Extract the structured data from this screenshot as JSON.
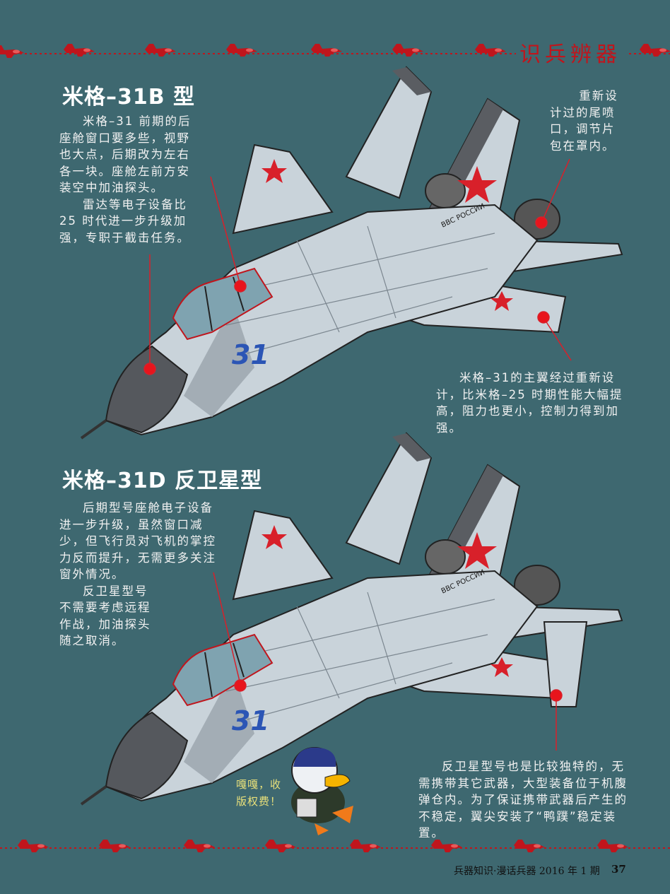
{
  "header": {
    "section_tag": "识兵辨器"
  },
  "colors": {
    "background": "#3e6870",
    "accent_red": "#c0151c",
    "jet_body": "#c9d3da",
    "jet_dark": "#5a5d62"
  },
  "variant_b": {
    "title": "米格–31B 型",
    "paragraphs": [
      "米格–31 前期的后座舱窗口要多些，视野也大点，后期改为左右各一块。座舱左前方安装空中加油探头。",
      "雷达等电子设备比25 时代进一步升级加强，专职于截击任务。"
    ],
    "callout_nozzle": "重新设计过的尾喷口，调节片包在罩内。",
    "callout_wing": "米格–31的主翼经过重新设计，比米格–25 时期性能大幅提高，阻力也更小，控制力得到加强。",
    "tail_text": "BBC РОССИИ",
    "nose_number": "31"
  },
  "variant_d": {
    "title": "米格–31D 反卫星型",
    "paragraphs": [
      "后期型号座舱电子设备进一步升级，虽然窗口减少，但飞行员对飞机的掌控力反而提升，无需更多关注窗外情况。",
      "反卫星型号不需要考虑远程作战，加油探头随之取消。"
    ],
    "callout_wingtip": "反卫星型号也是比较独特的，无需携带其它武器，大型装备位于机腹弹仓内。为了保证携带武器后产生的不稳定，翼尖安装了“鸭蹼”稳定装置。",
    "tail_text": "BBC РОССИИ",
    "nose_number": "31"
  },
  "mascot": {
    "speech": "嘎嘎，收版权费！"
  },
  "footer": {
    "publication": "兵器知识·漫话兵器  2016 年 1 期",
    "page_number": "37"
  }
}
